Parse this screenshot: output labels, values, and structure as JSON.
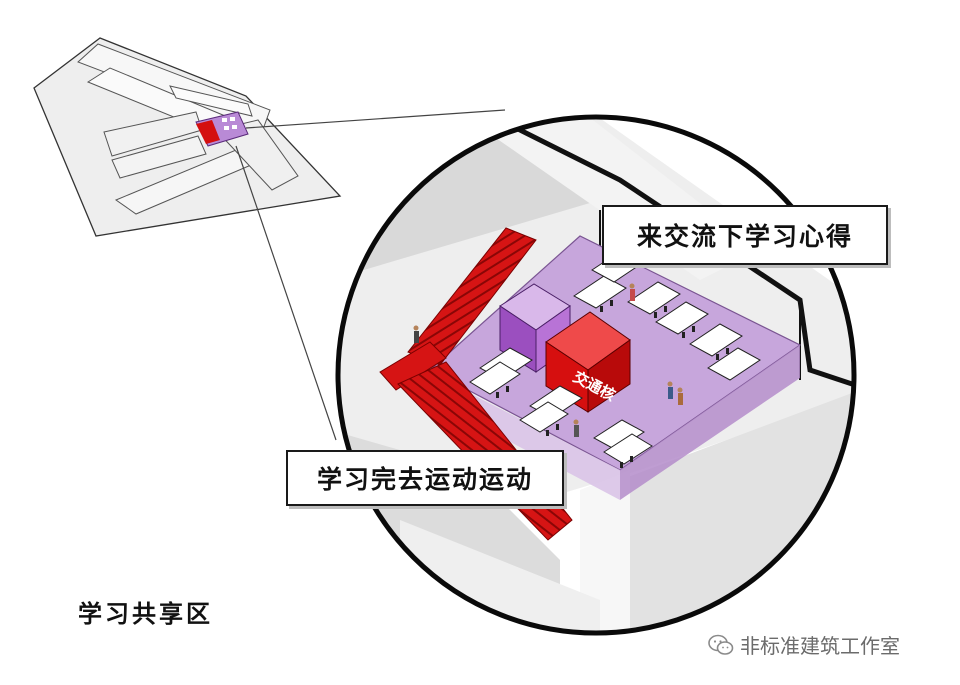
{
  "callouts": {
    "top": "来交流下学习心得",
    "bottom": "学习完去运动运动"
  },
  "block_label": "交通核",
  "zone_title": "学习共享区",
  "watermark": {
    "icon": "wechat-icon",
    "text": "非标准建筑工作室"
  },
  "colors": {
    "purple_floor": "#c7a6dc",
    "purple_box": "#9b4fbf",
    "red_core": "#d60f0f",
    "stair_red": "#d61414",
    "outline": "#1a1a1a"
  }
}
